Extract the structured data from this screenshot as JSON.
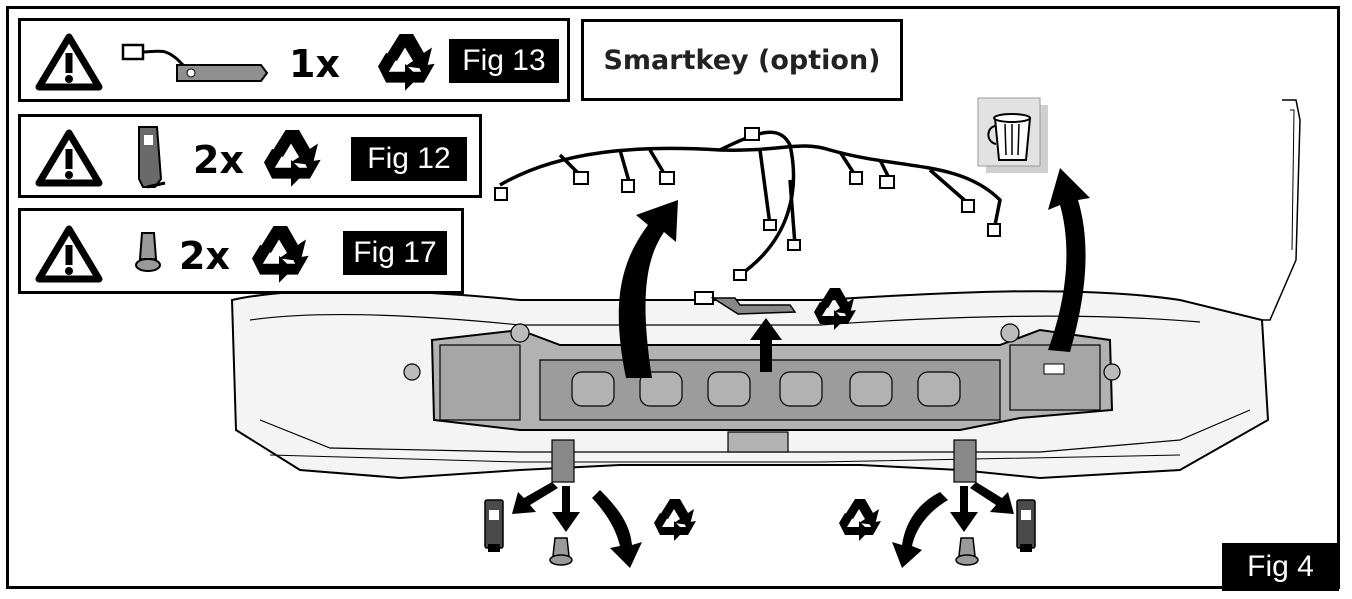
{
  "parts": [
    {
      "quantity": "1x",
      "figure": "Fig 13",
      "part_icon": "wire-harness-connector-icon"
    },
    {
      "quantity": "2x",
      "figure": "Fig 12",
      "part_icon": "mounting-bracket-icon"
    },
    {
      "quantity": "2x",
      "figure": "Fig 17",
      "part_icon": "push-clip-icon"
    }
  ],
  "title": "Smartkey (option)",
  "figure_label": "Fig 4",
  "icons": {
    "warning": "warning-triangle-icon",
    "recycle": "recycle-icon",
    "discard": "trash-bin-icon",
    "arrow": "removal-arrow-icon"
  },
  "colors": {
    "ink": "#000000",
    "bumper_fill": "#d9d9d9",
    "beam_fill": "#9c9c9c",
    "background": "#ffffff"
  }
}
